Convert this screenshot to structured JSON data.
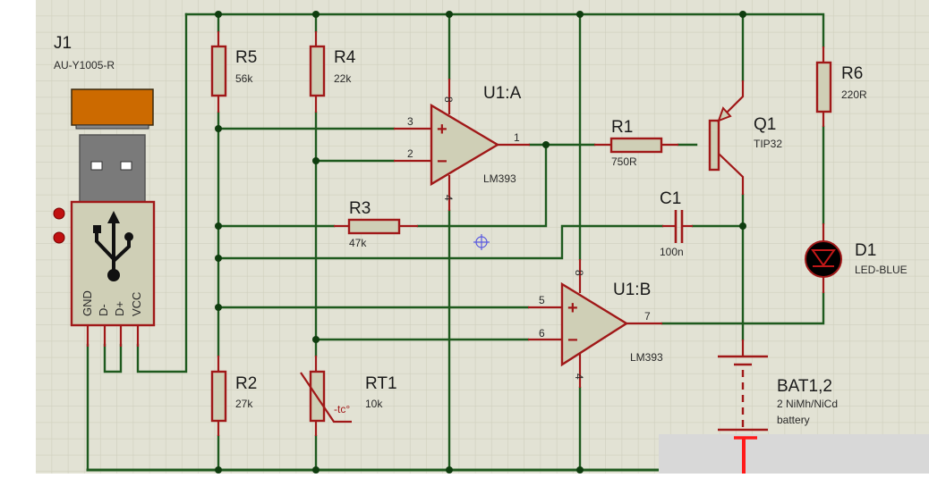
{
  "app": {
    "view": "schematic-capture"
  },
  "colors": {
    "background": "#e2e2d4",
    "grid": "#cfcfbd",
    "wire": "#1e5a1e",
    "pin": "#a01818",
    "component_fill": "#cfcfb6",
    "junction": "#0f3d0f",
    "usb_cap": "#cc6a00",
    "usb_plug": "#7a7a7a",
    "cursor_marker": "#5a5ae0",
    "probe_marker": "#ff1a1a",
    "overlay": "#d8d8d8"
  },
  "components": {
    "J1": {
      "ref": "J1",
      "value": "AU-Y1005-R",
      "pins": [
        "GND",
        "D-",
        "D+",
        "VCC"
      ],
      "icon": "usb-icon"
    },
    "R5": {
      "ref": "R5",
      "value": "56k"
    },
    "R4": {
      "ref": "R4",
      "value": "22k"
    },
    "R3": {
      "ref": "R3",
      "value": "47k"
    },
    "R2": {
      "ref": "R2",
      "value": "27k"
    },
    "R1": {
      "ref": "R1",
      "value": "750R"
    },
    "R6": {
      "ref": "R6",
      "value": "220R"
    },
    "RT1": {
      "ref": "RT1",
      "value": "10k",
      "tc_label": "-tc°"
    },
    "U1A": {
      "ref": "U1:A",
      "value": "LM393",
      "pins": {
        "plus": "3",
        "minus": "2",
        "out": "1",
        "vcc": "8",
        "gnd": "4"
      },
      "plus_sign": "+",
      "minus_sign": "−"
    },
    "U1B": {
      "ref": "U1:B",
      "value": "LM393",
      "pins": {
        "plus": "5",
        "minus": "6",
        "out": "7",
        "vcc": "8",
        "gnd": "4"
      },
      "plus_sign": "+",
      "minus_sign": "−"
    },
    "Q1": {
      "ref": "Q1",
      "value": "TIP32"
    },
    "C1": {
      "ref": "C1",
      "value": "100n"
    },
    "D1": {
      "ref": "D1",
      "value": "LED-BLUE"
    },
    "BAT": {
      "ref": "BAT1,2",
      "value": "2 NiMh/NiCd",
      "value2": "battery"
    }
  }
}
